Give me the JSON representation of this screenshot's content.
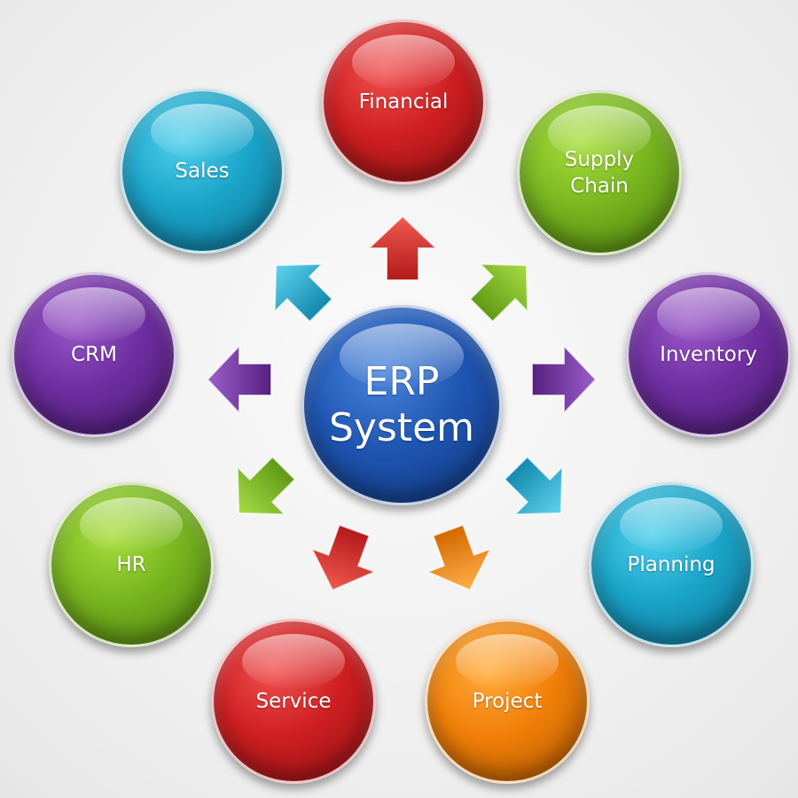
{
  "center": {
    "label": "ERP\nSystem",
    "color": "#1f56b3"
  },
  "modules": [
    {
      "id": "financial",
      "label": "Financial",
      "color": "#cf1f22"
    },
    {
      "id": "supply-chain",
      "label": "Supply\nChain",
      "color": "#78b51f"
    },
    {
      "id": "inventory",
      "label": "Inventory",
      "color": "#6f2fa1"
    },
    {
      "id": "planning",
      "label": "Planning",
      "color": "#1aa4c9"
    },
    {
      "id": "project",
      "label": "Project",
      "color": "#f07f08"
    },
    {
      "id": "service",
      "label": "Service",
      "color": "#cf1f22"
    },
    {
      "id": "hr",
      "label": "HR",
      "color": "#78b51f"
    },
    {
      "id": "crm",
      "label": "CRM",
      "color": "#6f2fa1"
    },
    {
      "id": "sales",
      "label": "Sales",
      "color": "#1aa4c9"
    }
  ],
  "arrow_colors": {
    "red": "#d42a24",
    "green": "#7dbb22",
    "purple": "#6d2f9f",
    "cyan": "#1ea8cb",
    "orange": "#f0820c"
  }
}
